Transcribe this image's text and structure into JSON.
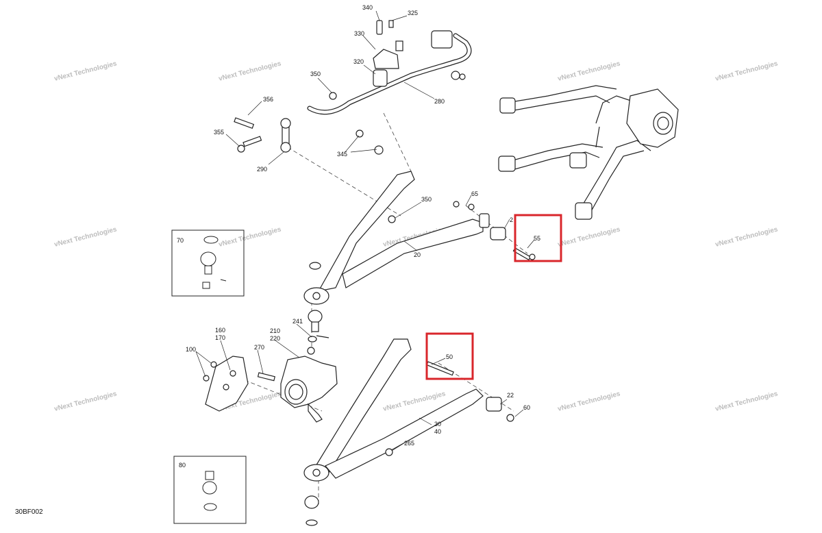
{
  "diagram": {
    "code": "30BF002",
    "watermark": "vNext Technologies",
    "highlight_color": "#d9262b",
    "part_numbers": [
      "340",
      "325",
      "330",
      "320",
      "350",
      "356",
      "355",
      "290",
      "345",
      "280",
      "65",
      "350",
      "20",
      "2",
      "55",
      "70",
      "241",
      "210",
      "220",
      "160",
      "170",
      "100",
      "270",
      "50",
      "22",
      "60",
      "30",
      "40",
      "265",
      "80"
    ],
    "highlighted_parts": [
      "55",
      "50"
    ]
  }
}
